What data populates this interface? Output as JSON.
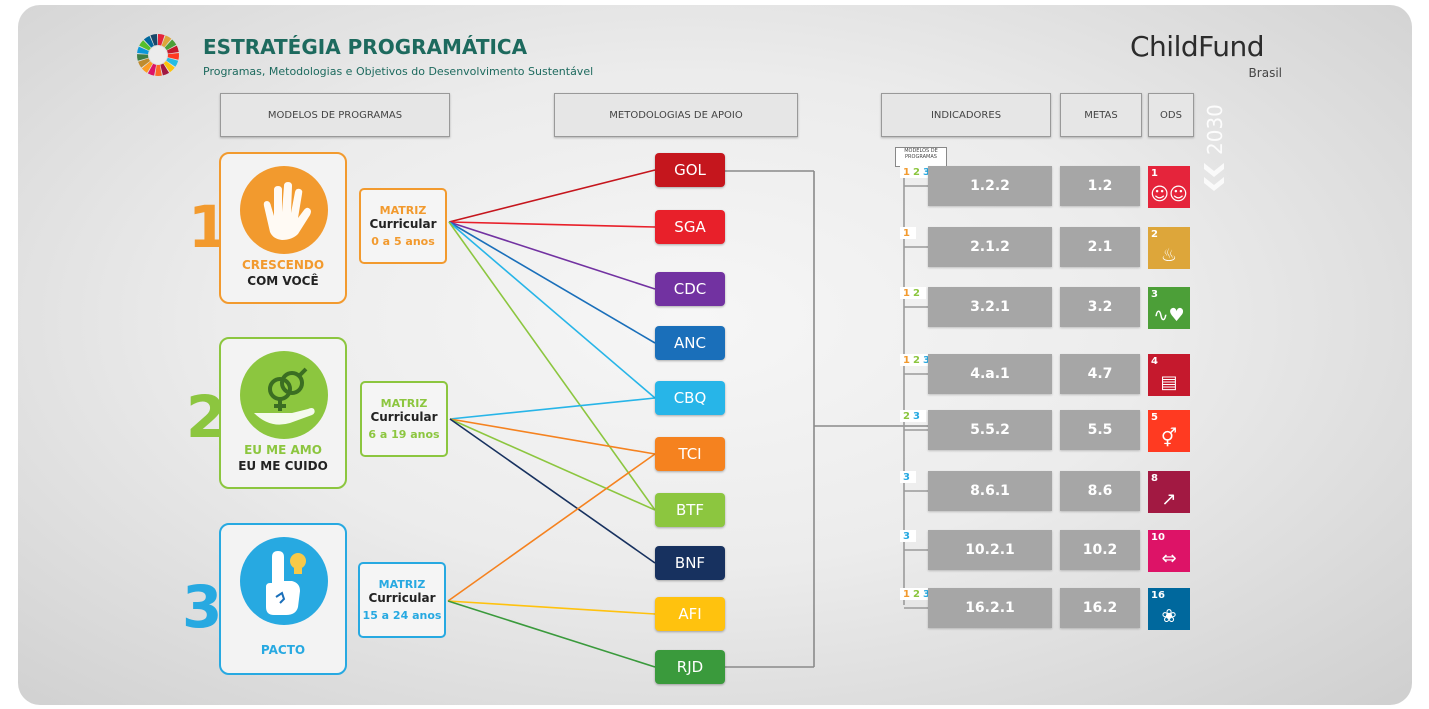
{
  "header": {
    "title": "ESTRATÉGIA PROGRAMÁTICA",
    "subtitle": "Programas, Metodologias e Objetivos do Desenvolvimento Sustentável"
  },
  "brand": {
    "name": "ChildFund",
    "sub": "Brasil",
    "year": "2030"
  },
  "column_headers": {
    "models": "MODELOS DE PROGRAMAS",
    "methods": "METODOLOGIAS DE APOIO",
    "indicators": "INDICADORES",
    "goals": "METAS",
    "ods": "ODS"
  },
  "mini_header": "MODELOS DE PROGRAMAS",
  "programs": [
    {
      "number": "1",
      "line1": "CRESCENDO",
      "line2": "COM VOCÊ",
      "color": "#f29a2e",
      "icon": "hands-icon",
      "matriz": {
        "t1": "MATRIZ",
        "t2": "Curricular",
        "t3": "0 a 5 anos"
      }
    },
    {
      "number": "2",
      "line1": "EU ME AMO",
      "line2": "EU ME CUIDO",
      "color": "#8cc63f",
      "icon": "gender-hand-icon",
      "matriz": {
        "t1": "MATRIZ",
        "t2": "Curricular",
        "t3": "6 a 19 anos"
      }
    },
    {
      "number": "3",
      "line1": "",
      "line2": "PACTO",
      "color": "#27a9e1",
      "icon": "hand-lightbulb-icon",
      "matriz": {
        "t1": "MATRIZ",
        "t2": "Curricular",
        "t3": "15 a 24 anos"
      }
    }
  ],
  "methodologies": [
    {
      "label": "GOL",
      "color": "#c5161d"
    },
    {
      "label": "SGA",
      "color": "#e8202a"
    },
    {
      "label": "CDC",
      "color": "#7232a1"
    },
    {
      "label": "ANC",
      "color": "#1a6fba"
    },
    {
      "label": "CBQ",
      "color": "#27b5e8"
    },
    {
      "label": "TCI",
      "color": "#f5821f"
    },
    {
      "label": "BTF",
      "color": "#8cc63f"
    },
    {
      "label": "BNF",
      "color": "#17315f"
    },
    {
      "label": "AFI",
      "color": "#ffc20e"
    },
    {
      "label": "RJD",
      "color": "#3a9a3c"
    }
  ],
  "rows": [
    {
      "tags": "1 2 3",
      "indicator": "1.2.2",
      "meta": "1.2",
      "sdg_num": "1",
      "sdg_color": "#e5243b",
      "sdg_icon": "family-icon"
    },
    {
      "tags": "1",
      "indicator": "2.1.2",
      "meta": "2.1",
      "sdg_num": "2",
      "sdg_color": "#dda63a",
      "sdg_icon": "bowl-icon"
    },
    {
      "tags": "1 2",
      "indicator": "3.2.1",
      "meta": "3.2",
      "sdg_num": "3",
      "sdg_color": "#4c9f38",
      "sdg_icon": "heartbeat-icon"
    },
    {
      "tags": "1 2 3",
      "indicator": "4.a.1",
      "meta": "4.7",
      "sdg_num": "4",
      "sdg_color": "#c5192d",
      "sdg_icon": "book-icon"
    },
    {
      "tags": "2 3",
      "indicator": "5.5.2",
      "meta": "5.5",
      "sdg_num": "5",
      "sdg_color": "#ff3a21",
      "sdg_icon": "gender-icon"
    },
    {
      "tags": "3",
      "indicator": "8.6.1",
      "meta": "8.6",
      "sdg_num": "8",
      "sdg_color": "#a21942",
      "sdg_icon": "growth-icon"
    },
    {
      "tags": "3",
      "indicator": "10.2.1",
      "meta": "10.2",
      "sdg_num": "10",
      "sdg_color": "#dd1367",
      "sdg_icon": "equality-icon"
    },
    {
      "tags": "1 2 3",
      "indicator": "16.2.1",
      "meta": "16.2",
      "sdg_num": "16",
      "sdg_color": "#00689d",
      "sdg_icon": "dove-icon"
    }
  ]
}
